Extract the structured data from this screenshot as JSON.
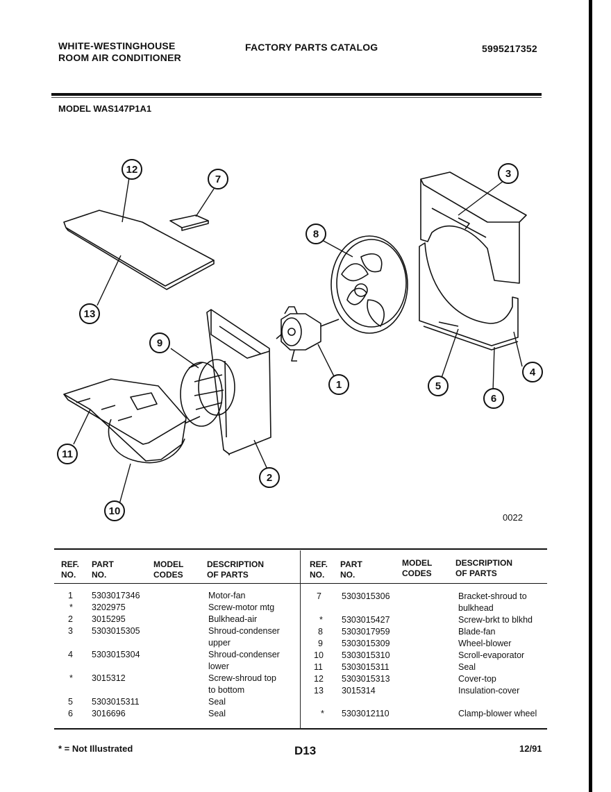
{
  "header": {
    "brand_line1": "WHITE-WESTINGHOUSE",
    "brand_line2": "ROOM AIR CONDITIONER",
    "catalog_title": "FACTORY PARTS CATALOG",
    "catalog_number": "5995217352"
  },
  "model_label": "MODEL WAS147P1A1",
  "diagram": {
    "drawing_code": "0022",
    "callouts": [
      "12",
      "7",
      "13",
      "3",
      "8",
      "9",
      "1",
      "4",
      "5",
      "6",
      "11",
      "2",
      "10"
    ]
  },
  "table": {
    "headers": {
      "ref": "REF.\nNO.",
      "part": "PART\nNO.",
      "codes": "MODEL\nCODES",
      "desc": "DESCRIPTION\nOF PARTS"
    },
    "left": [
      {
        "ref": "1",
        "part": "5303017346",
        "desc": "Motor-fan"
      },
      {
        "ref": "*",
        "part": "3202975",
        "desc": "Screw-motor mtg"
      },
      {
        "ref": "2",
        "part": "3015295",
        "desc": "Bulkhead-air"
      },
      {
        "ref": "3",
        "part": "5303015305",
        "desc": "Shroud-condenser\nupper"
      },
      {
        "ref": "4",
        "part": "5303015304",
        "desc": "Shroud-condenser\nlower"
      },
      {
        "ref": "*",
        "part": "3015312",
        "desc": "Screw-shroud top\nto bottom"
      },
      {
        "ref": "5",
        "part": "5303015311",
        "desc": "Seal"
      },
      {
        "ref": "6",
        "part": "3016696",
        "desc": "Seal"
      }
    ],
    "right": [
      {
        "ref": "7",
        "part": "5303015306",
        "desc": "Bracket-shroud to\nbulkhead"
      },
      {
        "ref": "*",
        "part": "5303015427",
        "desc": "Screw-brkt to blkhd"
      },
      {
        "ref": "8",
        "part": "5303017959",
        "desc": "Blade-fan"
      },
      {
        "ref": "9",
        "part": "5303015309",
        "desc": "Wheel-blower"
      },
      {
        "ref": "10",
        "part": "5303015310",
        "desc": "Scroll-evaporator"
      },
      {
        "ref": "11",
        "part": "5303015311",
        "desc": "Seal"
      },
      {
        "ref": "12",
        "part": "5303015313",
        "desc": "Cover-top"
      },
      {
        "ref": "13",
        "part": "3015314",
        "desc": "Insulation-cover"
      },
      {
        "ref": "*",
        "part": "5303012110",
        "desc": "Clamp-blower wheel"
      }
    ]
  },
  "footer": {
    "note": "* = Not Illustrated",
    "page": "D13",
    "date": "12/91"
  }
}
